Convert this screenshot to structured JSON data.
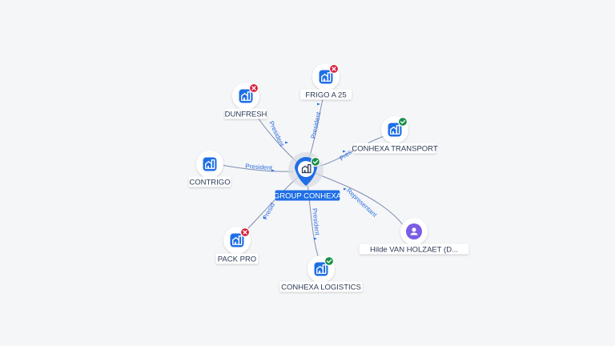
{
  "colors": {
    "company_blue": "#1f6fe5",
    "person_purple": "#7b5ce6",
    "status_active": "#1a8f4a",
    "status_closed": "#d81e3a",
    "edge_label": "#2d6fe0",
    "center_label_bg": "#1f6fe5"
  },
  "graph": {
    "center": {
      "label": "GROUP CONHEXA",
      "icon": "building-icon",
      "status": "active"
    },
    "nodes": [
      {
        "id": "frigo",
        "label": "FRIGO A 25",
        "kind": "company",
        "icon": "building-icon",
        "status": "closed"
      },
      {
        "id": "dunfresh",
        "label": "DUNFRESH",
        "kind": "company",
        "icon": "building-icon",
        "status": "closed"
      },
      {
        "id": "transport",
        "label": "CONHEXA TRANSPORT",
        "kind": "company",
        "icon": "building-icon",
        "status": "active"
      },
      {
        "id": "contrigo",
        "label": "CONTRIGO",
        "kind": "company",
        "icon": "building-icon",
        "status": "none"
      },
      {
        "id": "packpro",
        "label": "PACK PRO",
        "kind": "company",
        "icon": "building-icon",
        "status": "closed"
      },
      {
        "id": "logistics",
        "label": "CONHEXA LOGISTICS",
        "kind": "company",
        "icon": "building-icon",
        "status": "active"
      },
      {
        "id": "hilde",
        "label": "Hilde VAN HOLZAET (D...",
        "kind": "person",
        "icon": "person-icon",
        "status": "none"
      }
    ],
    "edges": [
      {
        "to": "frigo",
        "label": "President"
      },
      {
        "to": "dunfresh",
        "label": "President"
      },
      {
        "to": "transport",
        "label": "Pres"
      },
      {
        "to": "contrigo",
        "label": "President"
      },
      {
        "to": "packpro",
        "label": "Presid"
      },
      {
        "to": "logistics",
        "label": "President"
      },
      {
        "to": "hilde",
        "label": "Representant"
      }
    ]
  }
}
